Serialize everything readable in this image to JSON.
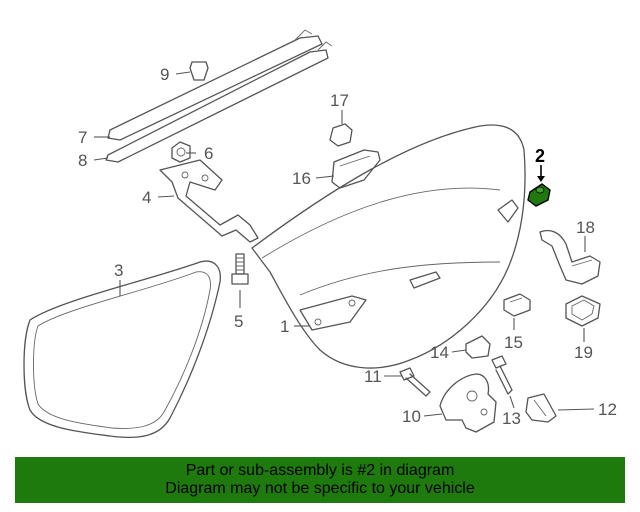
{
  "diagram": {
    "highlight_color": "#1e7a0c",
    "callouts": [
      {
        "id": "c1",
        "label": "1"
      },
      {
        "id": "c2",
        "label": "2"
      },
      {
        "id": "c3",
        "label": "3"
      },
      {
        "id": "c4",
        "label": "4"
      },
      {
        "id": "c5",
        "label": "5"
      },
      {
        "id": "c6",
        "label": "6"
      },
      {
        "id": "c7",
        "label": "7"
      },
      {
        "id": "c8",
        "label": "8"
      },
      {
        "id": "c9",
        "label": "9"
      },
      {
        "id": "c10",
        "label": "10"
      },
      {
        "id": "c11",
        "label": "11"
      },
      {
        "id": "c12",
        "label": "12"
      },
      {
        "id": "c13",
        "label": "13"
      },
      {
        "id": "c14",
        "label": "14"
      },
      {
        "id": "c15",
        "label": "15"
      },
      {
        "id": "c16",
        "label": "16"
      },
      {
        "id": "c17",
        "label": "17"
      },
      {
        "id": "c18",
        "label": "18"
      },
      {
        "id": "c19",
        "label": "19"
      }
    ]
  },
  "banner": {
    "line1": "Part or sub-assembly is #2 in diagram",
    "line2": "Diagram may not be specific to your vehicle",
    "background": "#1e7a0c"
  }
}
